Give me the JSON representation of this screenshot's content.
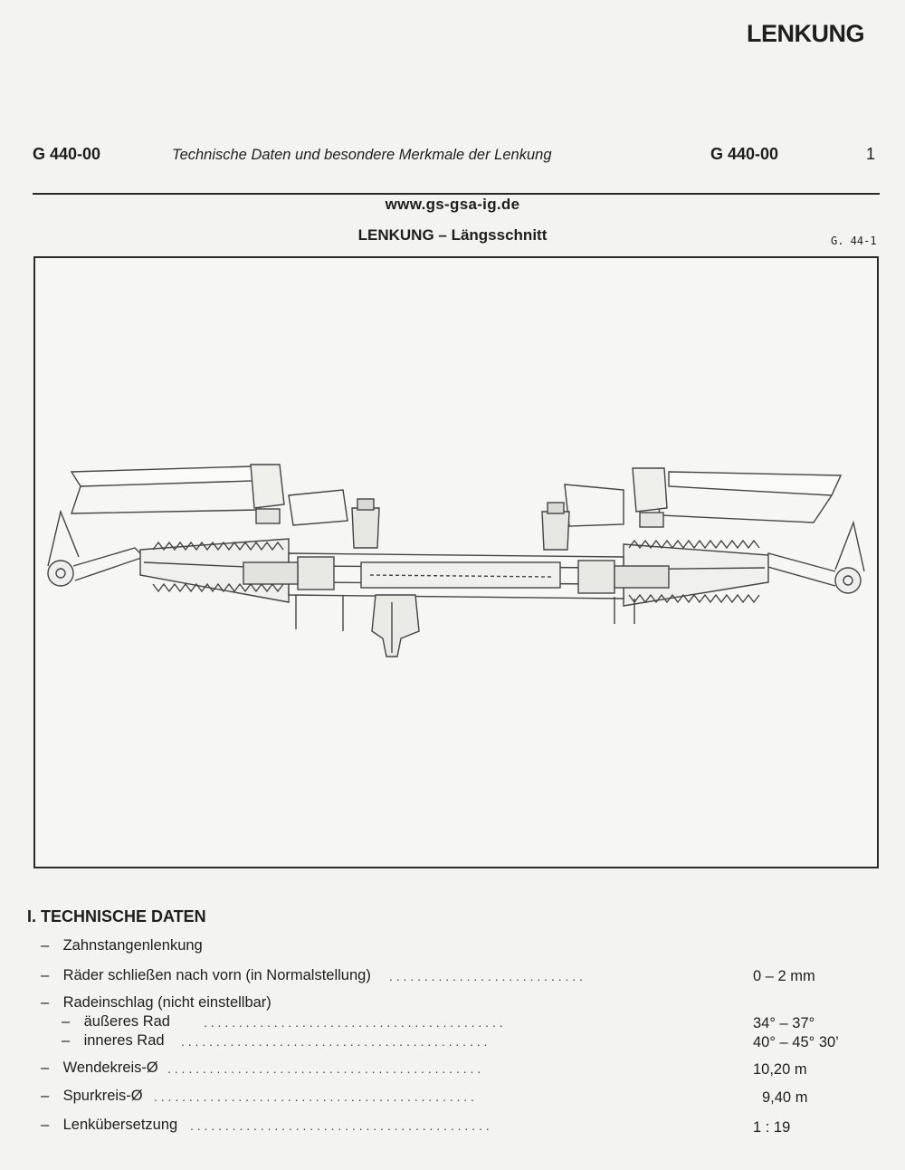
{
  "page": {
    "section_title": "LENKUNG",
    "header": {
      "code_left": "G 440-00",
      "subtitle": "Technische Daten und besondere Merkmale der Lenkung",
      "code_right": "G 440-00",
      "page_number": "1"
    },
    "website": "www.gs-gsa-ig.de",
    "figure": {
      "title": "LENKUNG – Längsschnitt",
      "ref": "G. 44-1"
    }
  },
  "tech": {
    "title": "I. TECHNISCHE DATEN",
    "rows": [
      {
        "dash": "–",
        "label": "Zahnstangenlenkung",
        "value": ""
      },
      {
        "dash": "–",
        "label": "Räder schließen nach vorn (in Normalstellung)",
        "value": "0 – 2 mm"
      },
      {
        "dash": "–",
        "label": "Radeinschlag (nicht einstellbar)",
        "value": ""
      },
      {
        "dash": "–",
        "label": "äußeres Rad",
        "value": "34° – 37°"
      },
      {
        "dash": "–",
        "label": "inneres Rad",
        "value": "40° – 45° 30’"
      },
      {
        "dash": "–",
        "label": "Wendekreis-Ø",
        "value": "10,20 m"
      },
      {
        "dash": "–",
        "label": "Spurkreis-Ø",
        "value": "9,40 m"
      },
      {
        "dash": "–",
        "label": "Lenkübersetzung",
        "value": "1 : 19"
      }
    ]
  }
}
